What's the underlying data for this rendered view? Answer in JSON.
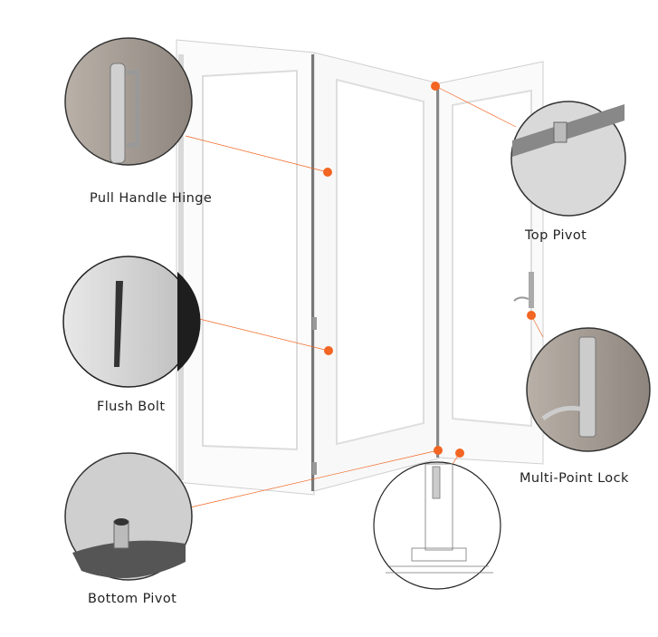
{
  "callouts": {
    "pull_handle_hinge": "Pull Handle Hinge",
    "flush_bolt": "Flush Bolt",
    "bottom_pivot": "Bottom Pivot",
    "top_pivot": "Top Pivot",
    "multi_point_lock": "Multi-Point Lock"
  },
  "colors": {
    "accent": "#f26522",
    "frame": "#ffffff",
    "photo_bg": "#a79e95"
  }
}
